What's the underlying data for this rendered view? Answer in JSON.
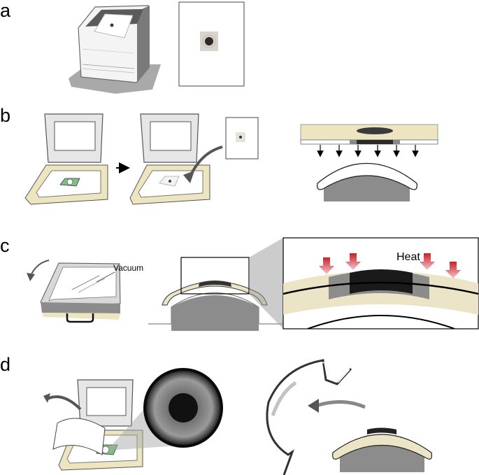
{
  "figure": {
    "panels": [
      {
        "letter": "a"
      },
      {
        "letter": "b"
      },
      {
        "letter": "c",
        "annotations": {
          "vacuum": "Vacuum",
          "heat": "Heat"
        }
      },
      {
        "letter": "d"
      }
    ],
    "colors": {
      "frame_cream": "#ede4c0",
      "gray_light": "#dcdcdc",
      "gray_mid": "#8c8c8c",
      "gray_dark": "#5a5a5a",
      "arrow_red": "#c8202a",
      "lens_band_cream": "#ece4c6",
      "print_green": "#7fbf7f"
    },
    "icons": [
      "printer-icon",
      "vacuum-former-icon",
      "contact-lens-icon",
      "iris-icon",
      "mold-icon"
    ]
  }
}
